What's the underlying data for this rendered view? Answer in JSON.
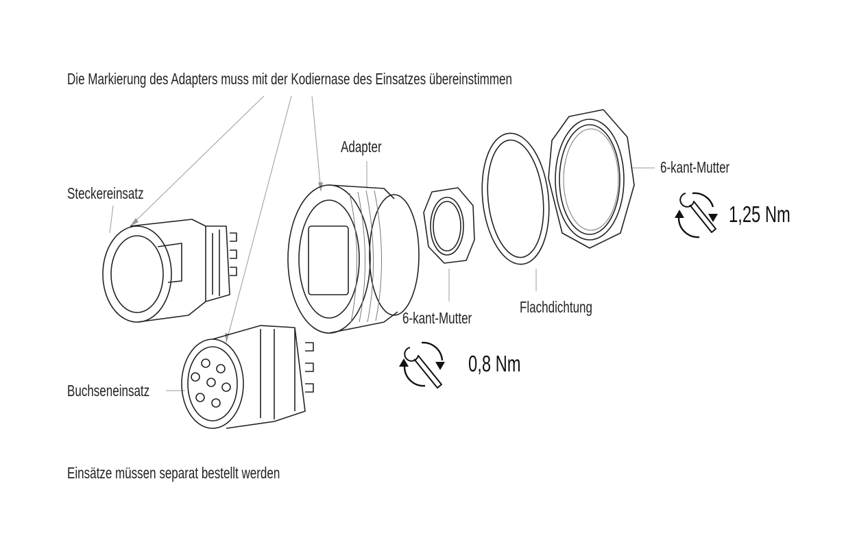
{
  "header_note": "Die Markierung des Adapters muss mit der Kodiernase des Einsatzes übereinstimmen",
  "labels": {
    "plug_insert": "Steckereinsatz",
    "adapter": "Adapter",
    "hex_nut_large": "6-kant-Mutter",
    "hex_nut_small": "6-kant-Mutter",
    "flat_gasket": "Flachdichtung",
    "socket_insert": "Buchseneinsatz"
  },
  "torque": {
    "large_nut": "1,25 Nm",
    "small_nut": "0,8 Nm"
  },
  "footer_note": "Einsätze müssen separat bestellt werden"
}
